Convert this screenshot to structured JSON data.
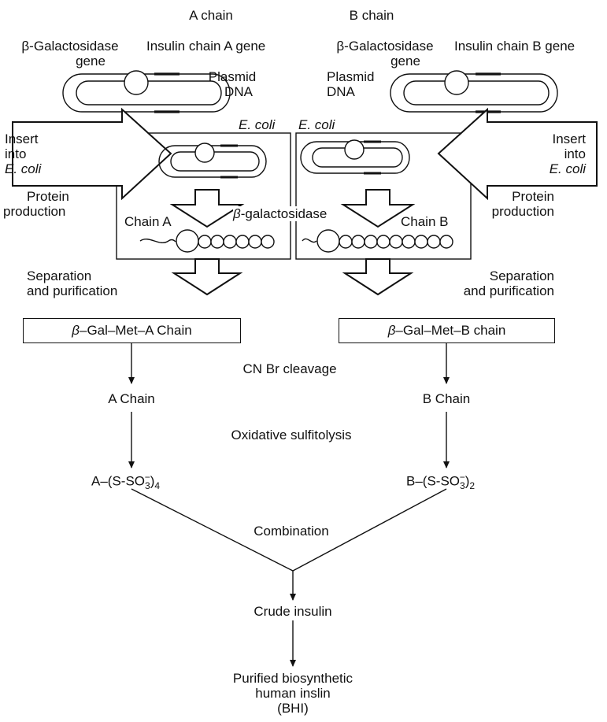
{
  "left": {
    "heading": "A chain",
    "gal_gene_line1": "β-Galactosidase",
    "gal_gene_line2": "gene",
    "insulin_gene": "Insulin chain A gene",
    "plasmid_line1": "Plasmid",
    "plasmid_line2": "DNA",
    "ecoli": "E. coli",
    "insert_line1": "Insert",
    "insert_line2": "into",
    "insert_line3": "E. coli",
    "protein_line1": "Protein",
    "protein_line2": "production",
    "chain_label": "Chain A",
    "sep_line1": "Separation",
    "sep_line2": "and purification",
    "fusion_prefix": "β",
    "fusion_rest": "–Gal–Met–A Chain",
    "chain_result": "A Chain",
    "sulfo_prefix": "A–(S-SO",
    "sulfo_sub1": "3",
    "sulfo_sup": "−",
    "sulfo_close": ")",
    "sulfo_sub2": "4"
  },
  "right": {
    "heading": "B chain",
    "gal_gene_line1": "β-Galactosidase",
    "gal_gene_line2": "gene",
    "insulin_gene": "Insulin chain B gene",
    "plasmid_line1": "Plasmid",
    "plasmid_line2": "DNA",
    "ecoli": "E. coli",
    "insert_line1": "Insert",
    "insert_line2": "into",
    "insert_line3": "E. coli",
    "protein_line1": "Protein",
    "protein_line2": "production",
    "chain_label": "Chain B",
    "sep_line1": "Separation",
    "sep_line2": "and purification",
    "fusion_prefix": "β",
    "fusion_rest": "–Gal–Met–B chain",
    "chain_result": "B Chain",
    "sulfo_prefix": "B–(S-SO",
    "sulfo_sub1": "3",
    "sulfo_sup": "−",
    "sulfo_close": ")",
    "sulfo_sub2": "2"
  },
  "center": {
    "galactosidase_prefix": "β",
    "galactosidase_rest": "-galactosidase",
    "cnbr": "CN Br cleavage",
    "oxidative": "Oxidative sulfitolysis",
    "combination": "Combination",
    "crude": "Crude insulin",
    "purified_line1": "Purified biosynthetic",
    "purified_line2": "human inslin",
    "purified_line3": "(BHI)"
  }
}
